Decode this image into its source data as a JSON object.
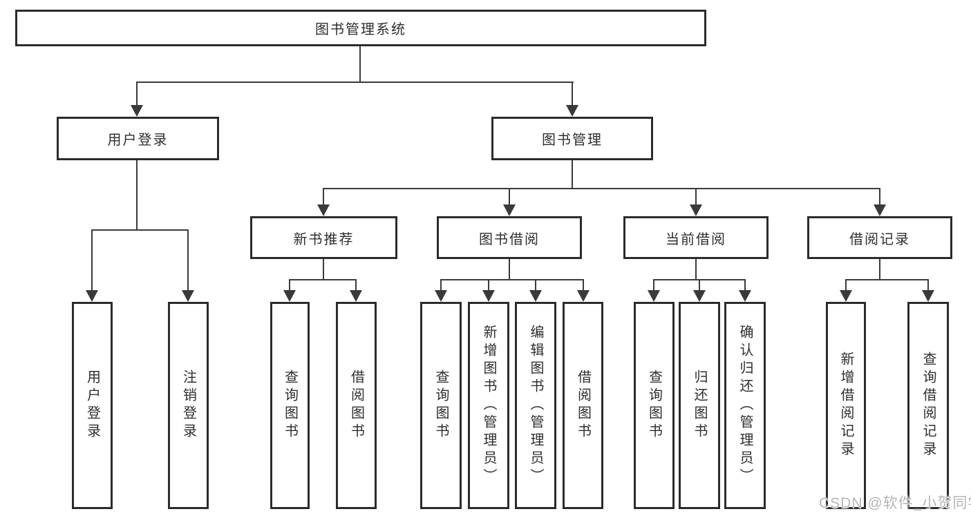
{
  "diagram_title": "图书管理系统",
  "tree": {
    "root": {
      "label": "图书管理系统"
    },
    "branches": [
      {
        "label": "用户登录",
        "children": [
          {
            "label": "用户登录"
          },
          {
            "label": "注销登录"
          }
        ]
      },
      {
        "label": "图书管理",
        "children": [
          {
            "label": "新书推荐",
            "children": [
              {
                "label": "查询图书"
              },
              {
                "label": "借阅图书"
              }
            ]
          },
          {
            "label": "图书借阅",
            "children": [
              {
                "label": "查询图书"
              },
              {
                "label": "新增图书（管理员）"
              },
              {
                "label": "编辑图书（管理员）"
              },
              {
                "label": "借阅图书"
              }
            ]
          },
          {
            "label": "当前借阅",
            "children": [
              {
                "label": "查询图书"
              },
              {
                "label": "归还图书"
              },
              {
                "label": "确认归还（管理员）"
              }
            ]
          },
          {
            "label": "借阅记录",
            "children": [
              {
                "label": "新增借阅记录"
              },
              {
                "label": "查询借阅记录"
              }
            ]
          }
        ]
      }
    ]
  },
  "watermark": "CSDN @软件_小贺同学",
  "colors": {
    "line": "#3a3a3a",
    "border": "#2b2b2b",
    "fill": "#ffffff",
    "text": "#2e2e2e",
    "watermark": "#b5b5b5"
  }
}
